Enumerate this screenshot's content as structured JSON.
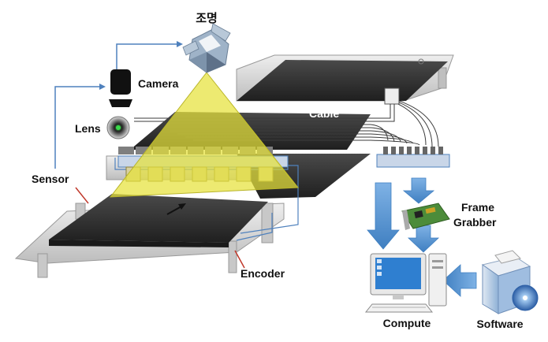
{
  "labels": {
    "lighting": "조명",
    "camera": "Camera",
    "lens": "Lens",
    "sensor": "Sensor",
    "cable": "Cable",
    "encoder": "Encoder",
    "frame_grabber_line1": "Frame",
    "frame_grabber_line2": "Grabber",
    "compute": "Compute",
    "software": "Software"
  },
  "colors": {
    "conveyor_belt": "#2f2f2f",
    "frame": "#d9d9d9",
    "field_of_view": "#e6e23a",
    "flow_arrow": "#5b9bd5",
    "connector_line": "#4f81bd",
    "sensor_pointer": "#c0392b"
  },
  "icons": {
    "lighting": "lamp-icon",
    "camera": "camera-icon",
    "lens": "lens-icon",
    "frame_grabber": "pci-card-icon",
    "compute": "desktop-computer-icon",
    "software": "software-box-icon"
  }
}
